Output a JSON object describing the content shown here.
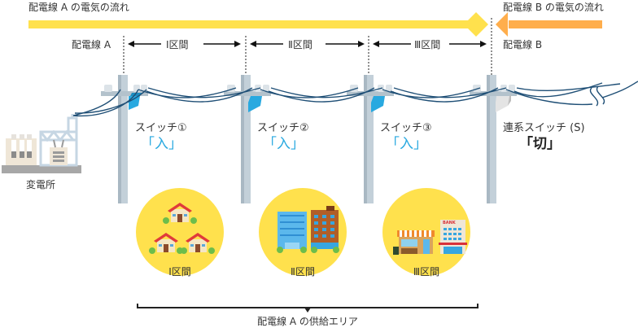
{
  "colors": {
    "flow_a": "#ffe14d",
    "flow_b": "#ffae4c",
    "pole": "#c3d0d9",
    "pole_shadow": "#a9b8c3",
    "wire": "#1f4f76",
    "switch_on": "#29a9e0",
    "switch_off": "#e4e4e4",
    "state_on_text": "#29a9e0",
    "state_off_text": "#222222",
    "area_circle": "#ffe14d",
    "bracket": "#222222"
  },
  "flows": {
    "a_label": "配電線 A の電気の流れ",
    "b_label": "配電線 B の電気の流れ"
  },
  "lines": {
    "a_label": "配電線 A",
    "b_label": "配電線 B"
  },
  "sections": [
    {
      "label": "Ⅰ区間"
    },
    {
      "label": "Ⅱ区間"
    },
    {
      "label": "Ⅲ区間"
    }
  ],
  "substation": {
    "label": "変電所"
  },
  "switches": [
    {
      "name": "スイッチ①",
      "state": "「入」",
      "type": "on"
    },
    {
      "name": "スイッチ②",
      "state": "「入」",
      "type": "on"
    },
    {
      "name": "スイッチ③",
      "state": "「入」",
      "type": "on"
    },
    {
      "name": "連系スイッチ (S)",
      "state": "「切」",
      "type": "off"
    }
  ],
  "areas": [
    {
      "label": "Ⅰ区間",
      "icon": "houses"
    },
    {
      "label": "Ⅱ区間",
      "icon": "office-buildings"
    },
    {
      "label": "Ⅲ区間",
      "icon": "shop-and-bank"
    }
  ],
  "bank_sign": "BANK",
  "supply_area": {
    "label": "配電線 A の供給エリア"
  }
}
